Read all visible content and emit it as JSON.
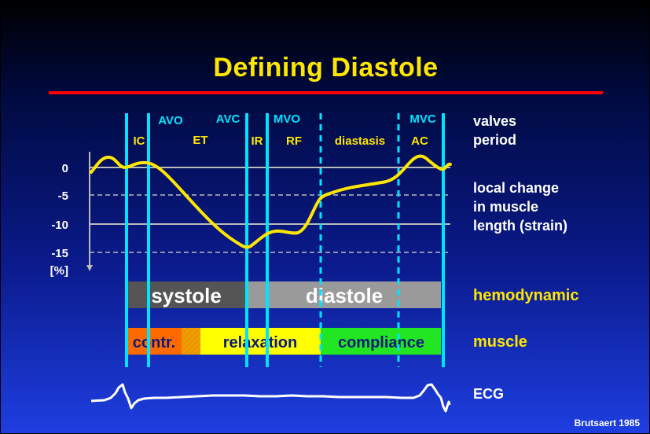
{
  "title": "Defining Diastole",
  "valves": {
    "avo": "AVO",
    "avc": "AVC",
    "mvo": "MVO",
    "mvc": "MVC"
  },
  "periods": {
    "ic": "IC",
    "et": "ET",
    "ir": "IR",
    "rf": "RF",
    "diastasis": "diastasis",
    "ac": "AC"
  },
  "axis": {
    "ticks": [
      "0",
      "-5",
      "-10",
      "-15"
    ],
    "unit": "[%]"
  },
  "right_labels": {
    "valves": "valves",
    "period": "period",
    "strain_line1": "local change",
    "strain_line2": "in muscle",
    "strain_line3": "length (strain)",
    "hemodynamic": "hemodynamic",
    "muscle": "muscle",
    "ecg": "ECG"
  },
  "bars": {
    "systole": "systole",
    "diastole": "diastole",
    "contr": "contr.",
    "relaxation": "relaxation",
    "compliance": "compliance"
  },
  "credit": "Brutsaert 1985",
  "colors": {
    "title": "#ffe600",
    "rule": "#ff0000",
    "marker": "#00e5ff",
    "curve": "#ffe600",
    "systole": "#555555",
    "diastole": "#9a9a9a",
    "contr": "#ff6a00",
    "relaxation": "#ffff00",
    "compliance": "#22e622"
  }
}
